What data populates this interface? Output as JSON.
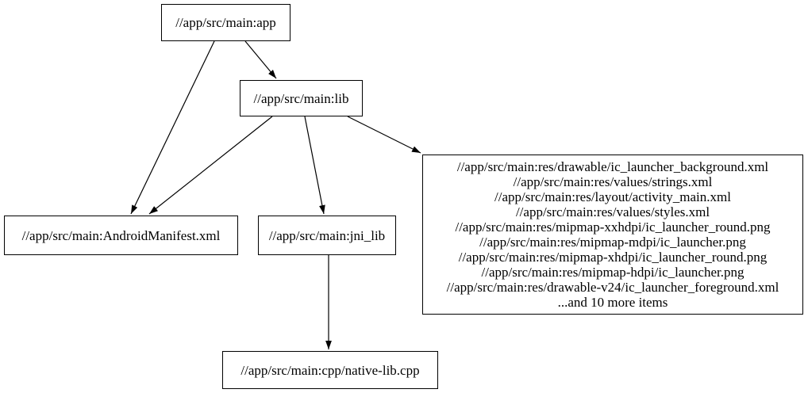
{
  "diagram": {
    "type": "dependency-graph",
    "background_color": "#ffffff",
    "stroke_color": "#000000",
    "text_color": "#000000",
    "nodes": {
      "app": {
        "label": "//app/src/main:app"
      },
      "lib": {
        "label": "//app/src/main:lib"
      },
      "manifest": {
        "label": "//app/src/main:AndroidManifest.xml"
      },
      "jni_lib": {
        "label": "//app/src/main:jni_lib"
      },
      "res_group": {
        "lines": [
          "//app/src/main:res/drawable/ic_launcher_background.xml",
          "//app/src/main:res/values/strings.xml",
          "//app/src/main:res/layout/activity_main.xml",
          "//app/src/main:res/values/styles.xml",
          "//app/src/main:res/mipmap-xxhdpi/ic_launcher_round.png",
          "//app/src/main:res/mipmap-mdpi/ic_launcher.png",
          "//app/src/main:res/mipmap-xhdpi/ic_launcher_round.png",
          "//app/src/main:res/mipmap-hdpi/ic_launcher.png",
          "//app/src/main:res/drawable-v24/ic_launcher_foreground.xml",
          "...and 10 more items"
        ]
      },
      "native_lib": {
        "label": "//app/src/main:cpp/native-lib.cpp"
      }
    },
    "edges": [
      {
        "from": "//app/src/main:app",
        "to": "//app/src/main:lib"
      },
      {
        "from": "//app/src/main:app",
        "to": "//app/src/main:AndroidManifest.xml"
      },
      {
        "from": "//app/src/main:lib",
        "to": "//app/src/main:AndroidManifest.xml"
      },
      {
        "from": "//app/src/main:lib",
        "to": "//app/src/main:jni_lib"
      },
      {
        "from": "//app/src/main:lib",
        "to": "//app/src/main:res-group"
      },
      {
        "from": "//app/src/main:jni_lib",
        "to": "//app/src/main:cpp/native-lib.cpp"
      }
    ]
  }
}
